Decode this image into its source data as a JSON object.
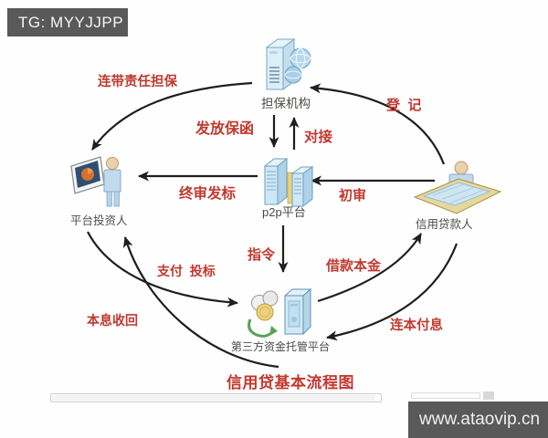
{
  "badge": {
    "text": "TG: MYYJJPP"
  },
  "watermark": {
    "text": "www.ataovip.cn"
  },
  "diagram": {
    "title": "信用贷基本流程图",
    "nodes": {
      "guarantor": "担保机构",
      "p2p": "p2p平台",
      "investor": "平台投资人",
      "borrower": "信用贷款人",
      "custodian": "第三方资金托管平台"
    },
    "flows": {
      "joint_liability": "连带责任担保",
      "issue_guarantee": "发放保函",
      "docking": "对接",
      "register": "登  记",
      "final_bid": "终审发标",
      "initial_review": "初审",
      "instruction": "指令",
      "pay_bid": "支付  投标",
      "loan_principal": "借款本金",
      "recover_principal_interest": "本息收回",
      "repay_principal_interest": "连本付息"
    },
    "icons": {
      "guarantor": "server-globe-icon",
      "p2p": "dual-server-icon",
      "investor": "person-with-chart-screen-icon",
      "borrower": "person-at-keyboard-icon",
      "custodian": "coins-safe-icon"
    },
    "colors": {
      "flow_label": "#c0392f",
      "arrow": "#1e1e1e",
      "overlay_bg": "#595959",
      "node_label": "#4c4a46"
    }
  }
}
